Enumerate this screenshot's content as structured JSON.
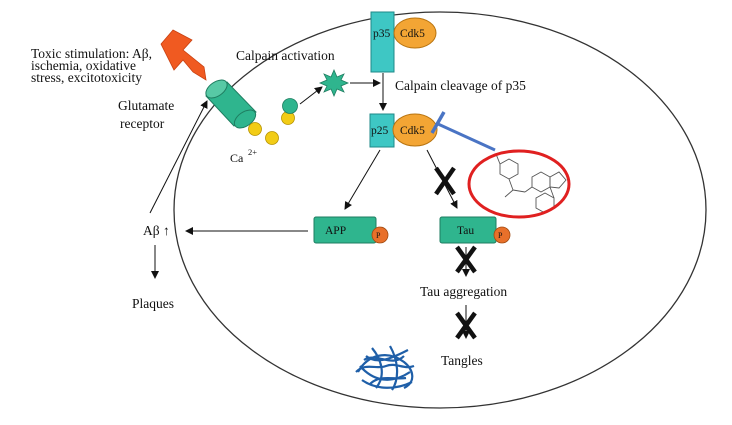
{
  "labels": {
    "toxic_line1": "Toxic stimulation: Aβ,",
    "toxic_line2": "ischemia, oxidative",
    "toxic_line3": "stress, excitotoxicity",
    "glutamate_line1": "Glutamate",
    "glutamate_line2": "receptor",
    "calpain_activation": "Calpain activation",
    "calpain_cleavage": "Calpain cleavage of p35",
    "ca": "Ca",
    "ca_charge": "2+",
    "abeta": "Aβ ↑",
    "plaques": "Plaques",
    "tau_aggregation": "Tau aggregation",
    "tangles": "Tangles"
  },
  "boxes": {
    "p35": "p35",
    "cdk5_top": "Cdk5",
    "p25": "p25",
    "cdk5_mid": "Cdk5",
    "app": "APP",
    "app_p": "P",
    "tau": "Tau",
    "tau_p": "P"
  },
  "colors": {
    "teal": "#2fb58e",
    "cyan": "#3ec7c4",
    "orange": "#f3a534",
    "phospho": "#e8702a",
    "inhibitor": "#4a74c4",
    "highlight": "#e02020",
    "calcium": "#f2cc16",
    "tangle": "#1f5fa8"
  },
  "icons": [
    "lightning-icon",
    "calpain-star-icon",
    "block-x-icon",
    "tangle-mesh-icon",
    "inhibitor-molecule-icon"
  ]
}
